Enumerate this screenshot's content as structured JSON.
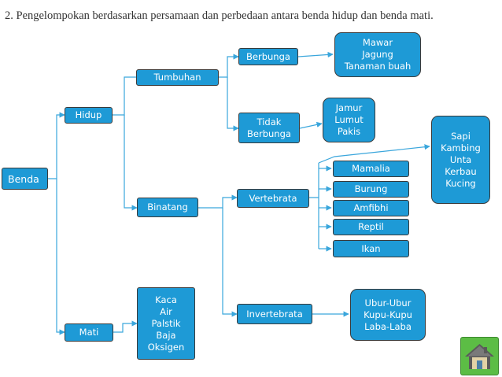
{
  "heading": "2. Pengelompokan berdasarkan persamaan dan perbedaan antara benda hidup dan benda mati.",
  "nodes": {
    "benda": "Benda",
    "hidup": "Hidup",
    "mati": "Mati",
    "tumbuhan": "Tumbuhan",
    "binatang": "Binatang",
    "berbunga": "Berbunga",
    "tidak_berbunga": "Tidak\nBerbunga",
    "berbunga_examples": "Mawar\nJagung\nTanaman buah",
    "tidak_berbunga_examples": "Jamur\nLumut\nPakis",
    "vertebrata": "Vertebrata",
    "invertebrata": "Invertebrata",
    "mamalia": "Mamalia",
    "burung": "Burung",
    "amfibhi": "Amfibhi",
    "reptil": "Reptil",
    "ikan": "Ikan",
    "mamalia_examples": "Sapi\nKambing\nUnta\nKerbau\nKucing",
    "invertebrata_examples": "Ubur-Ubur\nKupu-Kupu\nLaba-Laba",
    "mati_examples": "Kaca\nAir\nPalstik\nBaja\nOksigen"
  },
  "colors": {
    "node_fill": "#1e9ad6",
    "node_border": "#3a3a3a",
    "connector": "#3aa6dc",
    "home_button": "#5cbd45"
  },
  "icons": {
    "home": "home-icon"
  }
}
